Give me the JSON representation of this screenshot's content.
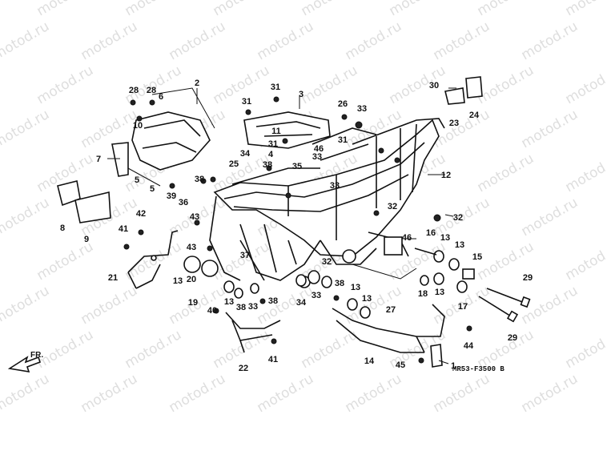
{
  "watermark": "motod.ru",
  "diagram": {
    "direction_label": "FR.",
    "drawing_code": "MR53-F3500 B",
    "callouts": [
      "1",
      "2",
      "3",
      "4",
      "5",
      "6",
      "7",
      "8",
      "9",
      "10",
      "11",
      "12",
      "13",
      "14",
      "15",
      "16",
      "17",
      "18",
      "19",
      "20",
      "21",
      "22",
      "23",
      "24",
      "25",
      "26",
      "27",
      "28",
      "29",
      "30",
      "31",
      "32",
      "33",
      "34",
      "35",
      "36",
      "37",
      "38",
      "39",
      "40",
      "41",
      "42",
      "43",
      "44",
      "45",
      "46"
    ]
  }
}
